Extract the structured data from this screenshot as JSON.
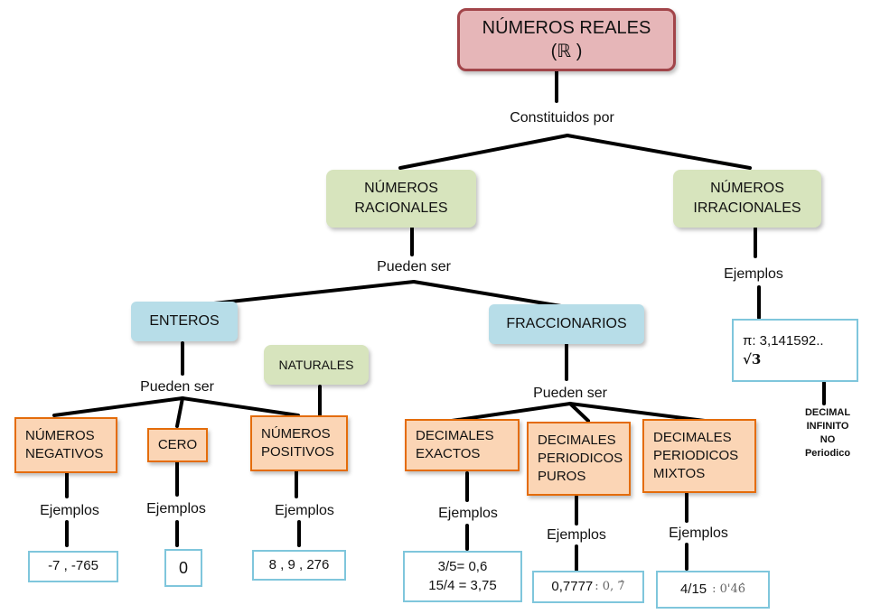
{
  "root": {
    "line1": "NÚMEROS REALES",
    "line2": "(ℝ )"
  },
  "connectors": {
    "constituidos": "Constituidos por",
    "pueden_ser_racionales": "Pueden ser",
    "pueden_ser_enteros": "Pueden ser",
    "pueden_ser_fraccionarios": "Pueden ser",
    "ejemplos": "Ejemplos"
  },
  "racionales": {
    "line1": "NÚMEROS",
    "line2": "RACIONALES"
  },
  "irracionales": {
    "line1": "NÚMEROS",
    "line2": "IRRACIONALES",
    "example_line1": "π: 3,141592..",
    "example_line2": "√3",
    "note": [
      "DECIMAL",
      "INFINITO",
      "NO Periodico"
    ]
  },
  "enteros": {
    "label": "ENTEROS",
    "naturales": "NATURALES",
    "negativos": {
      "line1": "NÚMEROS",
      "line2": "NEGATIVOS",
      "example": "-7  ,  -765"
    },
    "cero": {
      "label": "CERO",
      "example": "0"
    },
    "positivos": {
      "line1": "NÚMEROS",
      "line2": "POSITIVOS",
      "example": "8  , 9 , 276"
    }
  },
  "fraccionarios": {
    "label": "FRACCIONARIOS",
    "exactos": {
      "line1": "DECIMALES",
      "line2": "EXACTOS",
      "example_line1": "3/5= 0,6",
      "example_line2": "15/4 =  3,75"
    },
    "puros": {
      "line1": "DECIMALES",
      "line2": "PERIODICOS",
      "line3": "PUROS",
      "example": "0,7777",
      "example_alt": ": 0, 7̂"
    },
    "mixtos": {
      "line1": "DECIMALES",
      "line2": "PERIODICOS",
      "line3": "MIXTOS",
      "example": "4/15",
      "example_alt": ": 0'46̂"
    }
  }
}
